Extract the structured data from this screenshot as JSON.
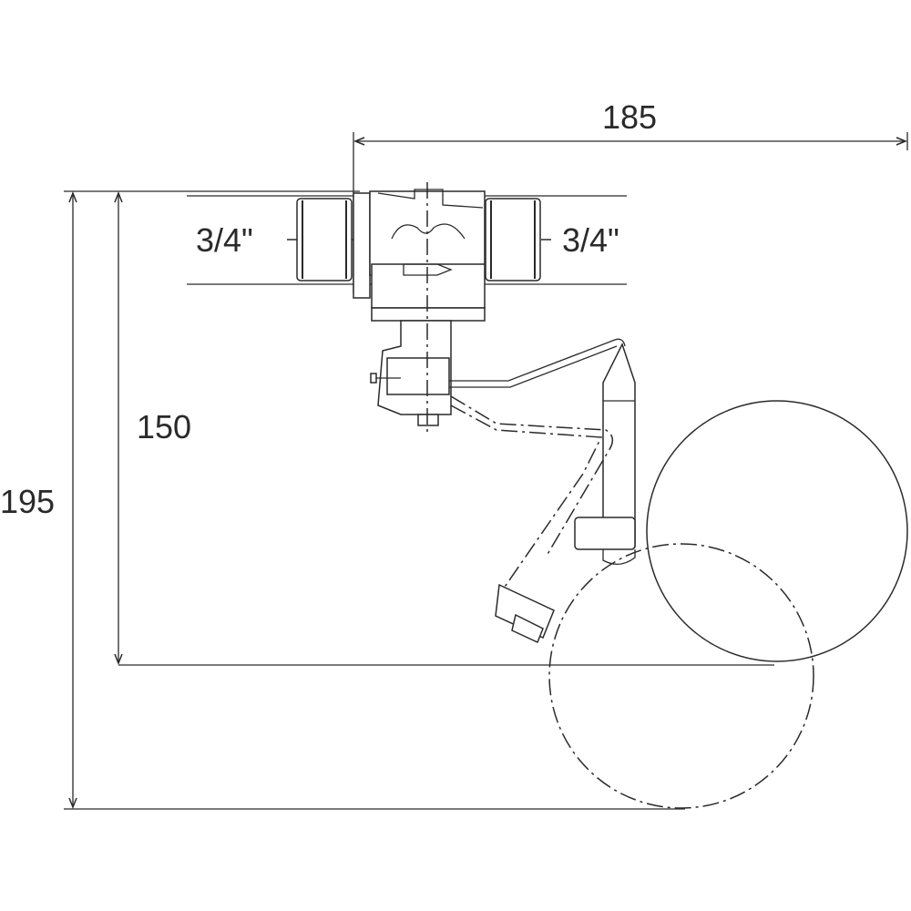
{
  "dimensions": {
    "width_total": "185",
    "height_total": "195",
    "height_to_float": "150",
    "inlet_thread": "3/4\"",
    "outlet_thread": "3/4\""
  }
}
